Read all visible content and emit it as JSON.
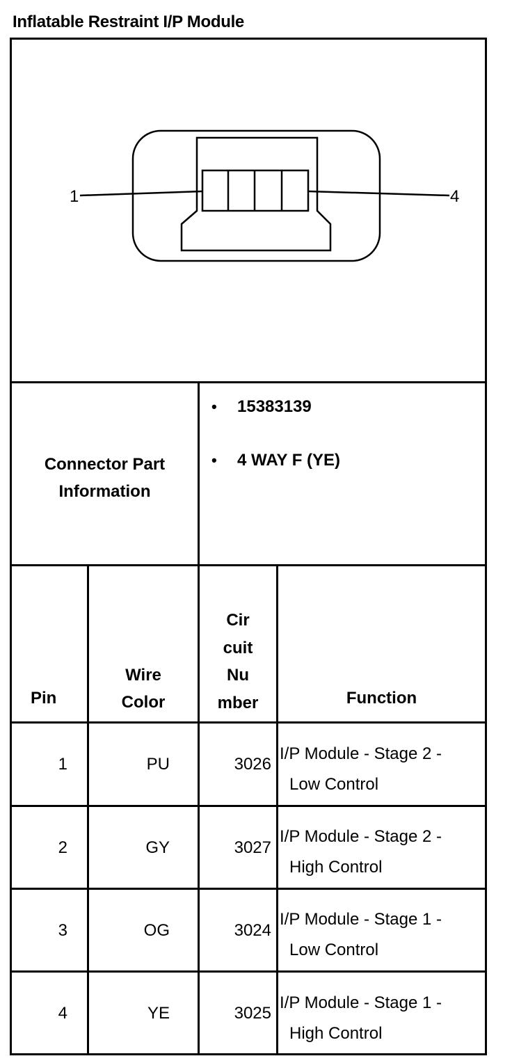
{
  "title": "Inflatable Restraint I/P Module",
  "diagram": {
    "pin_first_label": "1",
    "pin_last_label": "4"
  },
  "connector_info": {
    "label_line1": "Connector Part",
    "label_line2": "Information",
    "bullet_glyph": "•",
    "items": [
      "15383139",
      "4 WAY F (YE)"
    ]
  },
  "table": {
    "headers": {
      "pin": "Pin",
      "wire_color": [
        "Wire",
        "Color"
      ],
      "circuit_number": [
        "Cir",
        "cuit",
        "Nu",
        "mber"
      ],
      "function": "Function"
    },
    "rows": [
      {
        "pin": "1",
        "wire_color": "PU",
        "circuit": "3026",
        "function": [
          "I/P Module - Stage 2 -",
          "Low Control"
        ]
      },
      {
        "pin": "2",
        "wire_color": "GY",
        "circuit": "3027",
        "function": [
          "I/P Module - Stage 2 -",
          "High Control"
        ]
      },
      {
        "pin": "3",
        "wire_color": "OG",
        "circuit": "3024",
        "function": [
          "I/P Module - Stage 1 -",
          "Low Control"
        ]
      },
      {
        "pin": "4",
        "wire_color": "YE",
        "circuit": "3025",
        "function": [
          "I/P Module - Stage 1 -",
          "High Control"
        ]
      }
    ]
  }
}
